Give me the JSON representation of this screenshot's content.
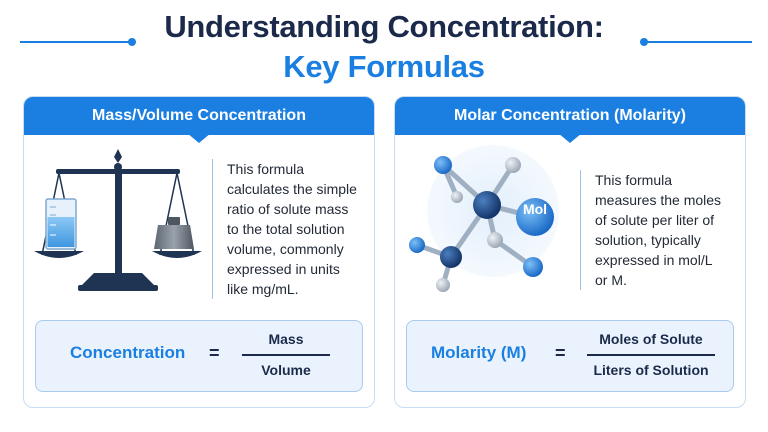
{
  "title": {
    "line1": "Understanding Concentration:",
    "line2": "Key Formulas"
  },
  "colors": {
    "accent": "#1a7fe0",
    "dark": "#1b2a4a",
    "panel": "#eaf3fd"
  },
  "left_card": {
    "header": "Mass/Volume Concentration",
    "illustration": "balance-scale-icon",
    "description": "This formula\ncalculates the simple\nratio of solute mass\nto the total solution\nvolume, commonly\nexpressed in units\nlike mg/mL.",
    "formula": {
      "lhs": "Concentration",
      "eq": "=",
      "numerator": "Mass",
      "denominator": "Volume"
    }
  },
  "right_card": {
    "header": "Molar Concentration (Molarity)",
    "illustration": "molecule-icon",
    "molecule_label": "Mol",
    "description": "This formula\nmeasures the moles\nof solute per liter of\nsolution, typically\nexpressed in mol/L\nor M.",
    "formula": {
      "lhs": "Molarity (M)",
      "eq": "=",
      "numerator": "Moles of Solute",
      "denominator": "Liters of Solution"
    }
  }
}
